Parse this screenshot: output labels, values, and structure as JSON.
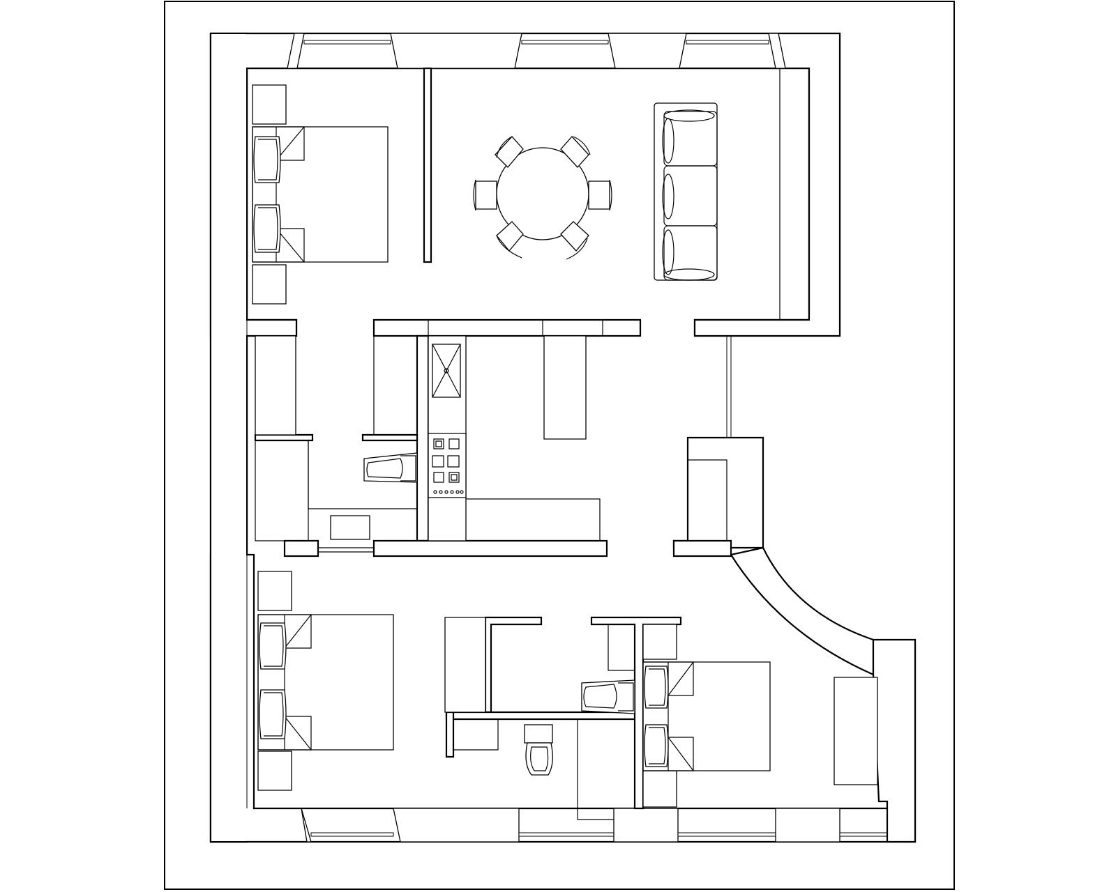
{
  "drawing": {
    "watermark_text": "",
    "colors": {
      "line": "#000000",
      "background": "#ffffff"
    }
  },
  "rooms": [
    {
      "id": "bedroom-1",
      "furniture": [
        "double-bed",
        "nightstand",
        "nightstand",
        "pillow",
        "pillow"
      ]
    },
    {
      "id": "living-dining",
      "furniture": [
        "round-dining-table",
        "chair",
        "chair",
        "chair",
        "chair",
        "chair",
        "chair",
        "three-seat-sofa"
      ]
    },
    {
      "id": "bathroom-1",
      "furniture": [
        "bathtub",
        "wash-basin",
        "cabinet"
      ]
    },
    {
      "id": "kitchen",
      "furniture": [
        "sink",
        "four-burner-hob",
        "counter",
        "island"
      ]
    },
    {
      "id": "bedroom-2",
      "furniture": [
        "double-bed",
        "nightstand",
        "nightstand",
        "pillow",
        "pillow"
      ]
    },
    {
      "id": "bathroom-2",
      "furniture": [
        "toilet",
        "cabinet"
      ]
    },
    {
      "id": "bathroom-3",
      "furniture": [
        "wash-basin",
        "cabinet"
      ]
    },
    {
      "id": "bedroom-3",
      "furniture": [
        "double-bed",
        "nightstand",
        "nightstand",
        "pillow",
        "pillow",
        "wardrobe"
      ]
    }
  ]
}
